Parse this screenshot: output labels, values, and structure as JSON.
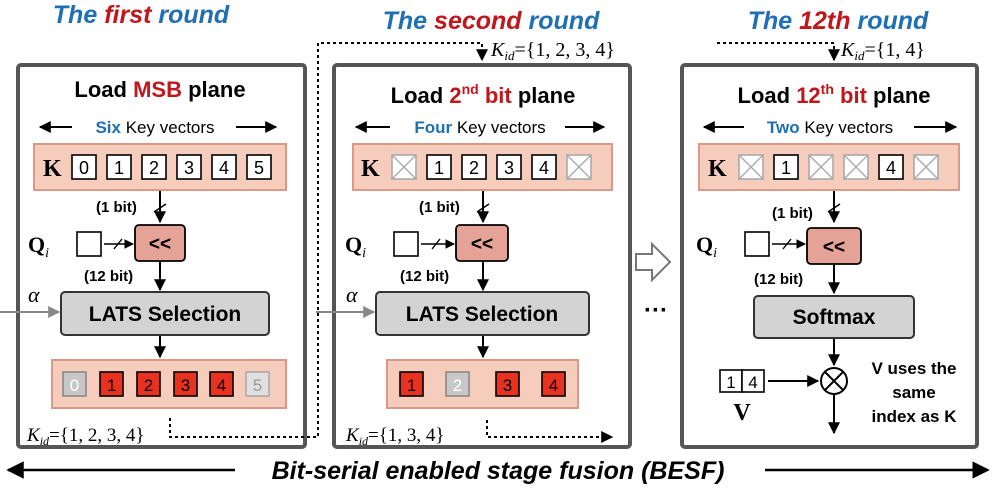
{
  "colors": {
    "blue": "#1f6fb5",
    "red": "#c0161c",
    "key_row_bg": "#f6cdbd",
    "cell_red": "#e8311f",
    "box_gray": "#d3d3d3",
    "shift_box": "#e4a396"
  },
  "rounds": [
    {
      "title_prefix": "The",
      "title_em": "first",
      "title_suffix": "round",
      "load_prefix": "Load",
      "load_em": "MSB",
      "load_suffix": "plane",
      "key_count": "Six",
      "key_vectors_label": "Key vectors",
      "k_label": "K",
      "key_cells": [
        "0",
        "1",
        "2",
        "3",
        "4",
        "5"
      ],
      "bit_in": "(1 bit)",
      "q_label": "Q",
      "q_sub": "i",
      "shift": "<<",
      "bit_out": "(12 bit)",
      "alpha": "α",
      "selection": "LATS Selection",
      "out_cells": [
        "0",
        "1",
        "2",
        "3",
        "4",
        "5"
      ],
      "kid_out": "K",
      "kid_out_sub": "id",
      "kid_out_val": "={1, 2, 3, 4}"
    },
    {
      "title_prefix": "The",
      "title_em": "second",
      "title_suffix": "round",
      "kid_in": "K",
      "kid_in_sub": "id",
      "kid_in_val": "={1, 2, 3, 4}",
      "load_prefix": "Load",
      "load_em_num": "2",
      "load_em_sup": "nd",
      "load_em_word": "bit",
      "load_suffix": "plane",
      "key_count": "Four",
      "key_vectors_label": "Key vectors",
      "k_label": "K",
      "key_cells": [
        "",
        "1",
        "2",
        "3",
        "4",
        ""
      ],
      "bit_in": "(1 bit)",
      "q_label": "Q",
      "q_sub": "i",
      "shift": "<<",
      "bit_out": "(12 bit)",
      "alpha": "α",
      "selection": "LATS Selection",
      "out_cells": [
        "1",
        "2",
        "3",
        "4"
      ],
      "kid_out": "K",
      "kid_out_sub": "id",
      "kid_out_val": "={1, 3, 4}"
    },
    {
      "title_prefix": "The",
      "title_em": "12th",
      "title_suffix": "round",
      "kid_in": "K",
      "kid_in_sub": "id",
      "kid_in_val": "={1, 4}",
      "load_prefix": "Load",
      "load_em_num": "12",
      "load_em_sup": "th",
      "load_em_word": "bit",
      "load_suffix": "plane",
      "key_count": "Two",
      "key_vectors_label": "Key vectors",
      "k_label": "K",
      "key_cells": [
        "",
        "1",
        "",
        "",
        "4",
        ""
      ],
      "bit_in": "(1 bit)",
      "q_label": "Q",
      "q_sub": "i",
      "shift": "<<",
      "bit_out": "(12 bit)",
      "softmax": "Softmax",
      "v_cells": [
        "1",
        "4"
      ],
      "v_label": "V",
      "v_note": [
        "V uses the",
        "same",
        "index as K"
      ]
    }
  ],
  "ellipsis": "···",
  "footer": "Bit-serial enabled stage fusion (BESF)"
}
